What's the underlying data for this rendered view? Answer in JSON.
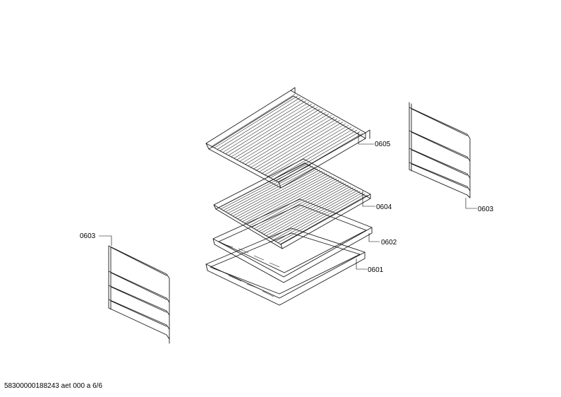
{
  "diagram": {
    "parts": [
      {
        "id": "grill-rack-top",
        "label": "0605"
      },
      {
        "id": "wire-rack",
        "label": "0604"
      },
      {
        "id": "baking-tray",
        "label": "0602"
      },
      {
        "id": "deep-pan",
        "label": "0601"
      },
      {
        "id": "side-rail-right",
        "label": "0603"
      },
      {
        "id": "side-rail-left",
        "label": "0603"
      }
    ],
    "footer": "58300000188243 aet 000 a 6/6"
  }
}
